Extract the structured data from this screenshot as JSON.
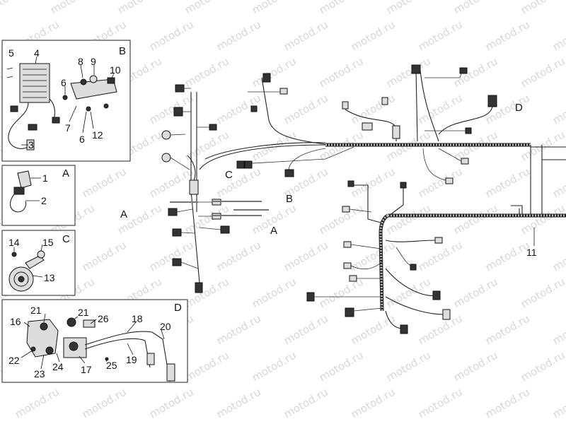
{
  "watermark": "motod.ru",
  "inset_boxes": {
    "B": {
      "label": "B",
      "callouts": [
        "5",
        "4",
        "8",
        "9",
        "10",
        "6",
        "7",
        "6",
        "12",
        "3"
      ]
    },
    "A": {
      "label": "A",
      "callouts": [
        "1",
        "2"
      ]
    },
    "C": {
      "label": "C",
      "callouts": [
        "14",
        "15",
        "13"
      ]
    },
    "D": {
      "label": "D",
      "callouts": [
        "21",
        "21",
        "26",
        "18",
        "20",
        "16",
        "22",
        "23",
        "24",
        "17",
        "25",
        "19"
      ]
    }
  },
  "main_labels": {
    "A_left": "A",
    "A_center": "A",
    "B": "B",
    "C": "C",
    "D": "D",
    "part_11": "11"
  }
}
